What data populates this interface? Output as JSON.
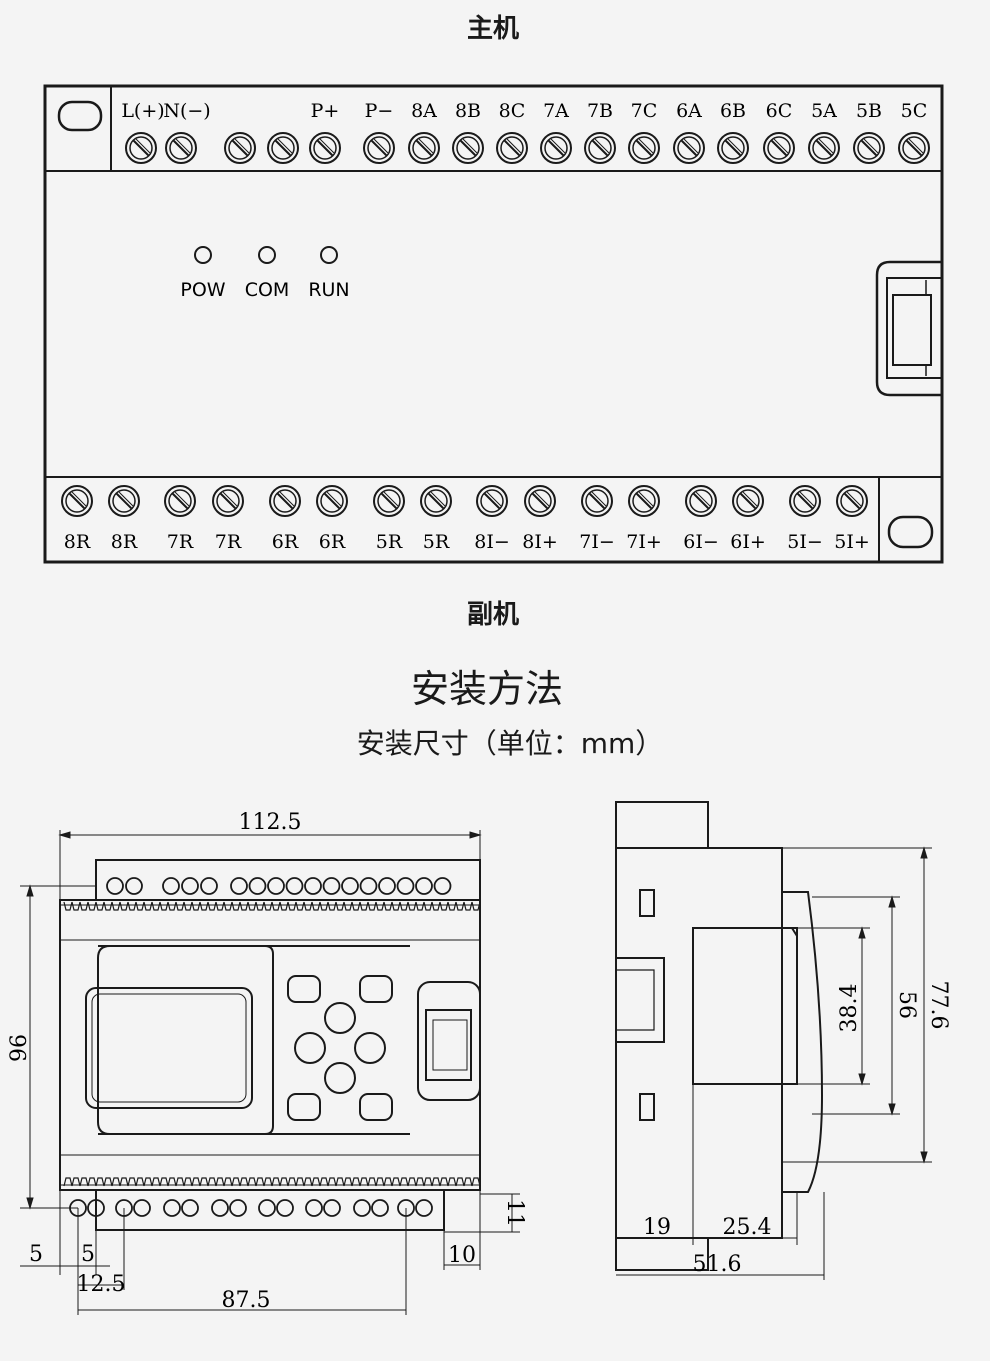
{
  "main_unit": {
    "title": "主机",
    "top_terminal_labels": [
      "L(+)",
      "N(−)",
      "",
      "",
      "P+",
      "P−",
      "8A",
      "8B",
      "8C",
      "7A",
      "7B",
      "7C",
      "6A",
      "6B",
      "6C",
      "5A",
      "5B",
      "5C"
    ],
    "leds": [
      "POW",
      "COM",
      "RUN"
    ]
  },
  "sub_unit": {
    "title": "副机",
    "bottom_terminal_labels": [
      "8R",
      "8R",
      "7R",
      "7R",
      "6R",
      "6R",
      "5R",
      "5R",
      "8I−",
      "8I+",
      "7I−",
      "7I+",
      "6I−",
      "6I+",
      "5I−",
      "5I+"
    ]
  },
  "installation": {
    "heading": "安装方法",
    "subheading": "安装尺寸（单位：mm）"
  },
  "front_view_dims": {
    "width_top": "112.5",
    "height_left": "96",
    "spacing_a": "5",
    "spacing_b": "5",
    "spacing_c": "12.5",
    "spacing_d": "87.5",
    "right_offset": "10",
    "right_height": "11"
  },
  "side_view_dims": {
    "h_38": "38.4",
    "h_56": "56",
    "h_77": "77.6",
    "w_19": "19",
    "w_25": "25.4",
    "w_51": "51.6"
  },
  "colors": {
    "line": "#1a1a1a",
    "background": "#f4f4f4",
    "panel": "#f4f4f4"
  }
}
